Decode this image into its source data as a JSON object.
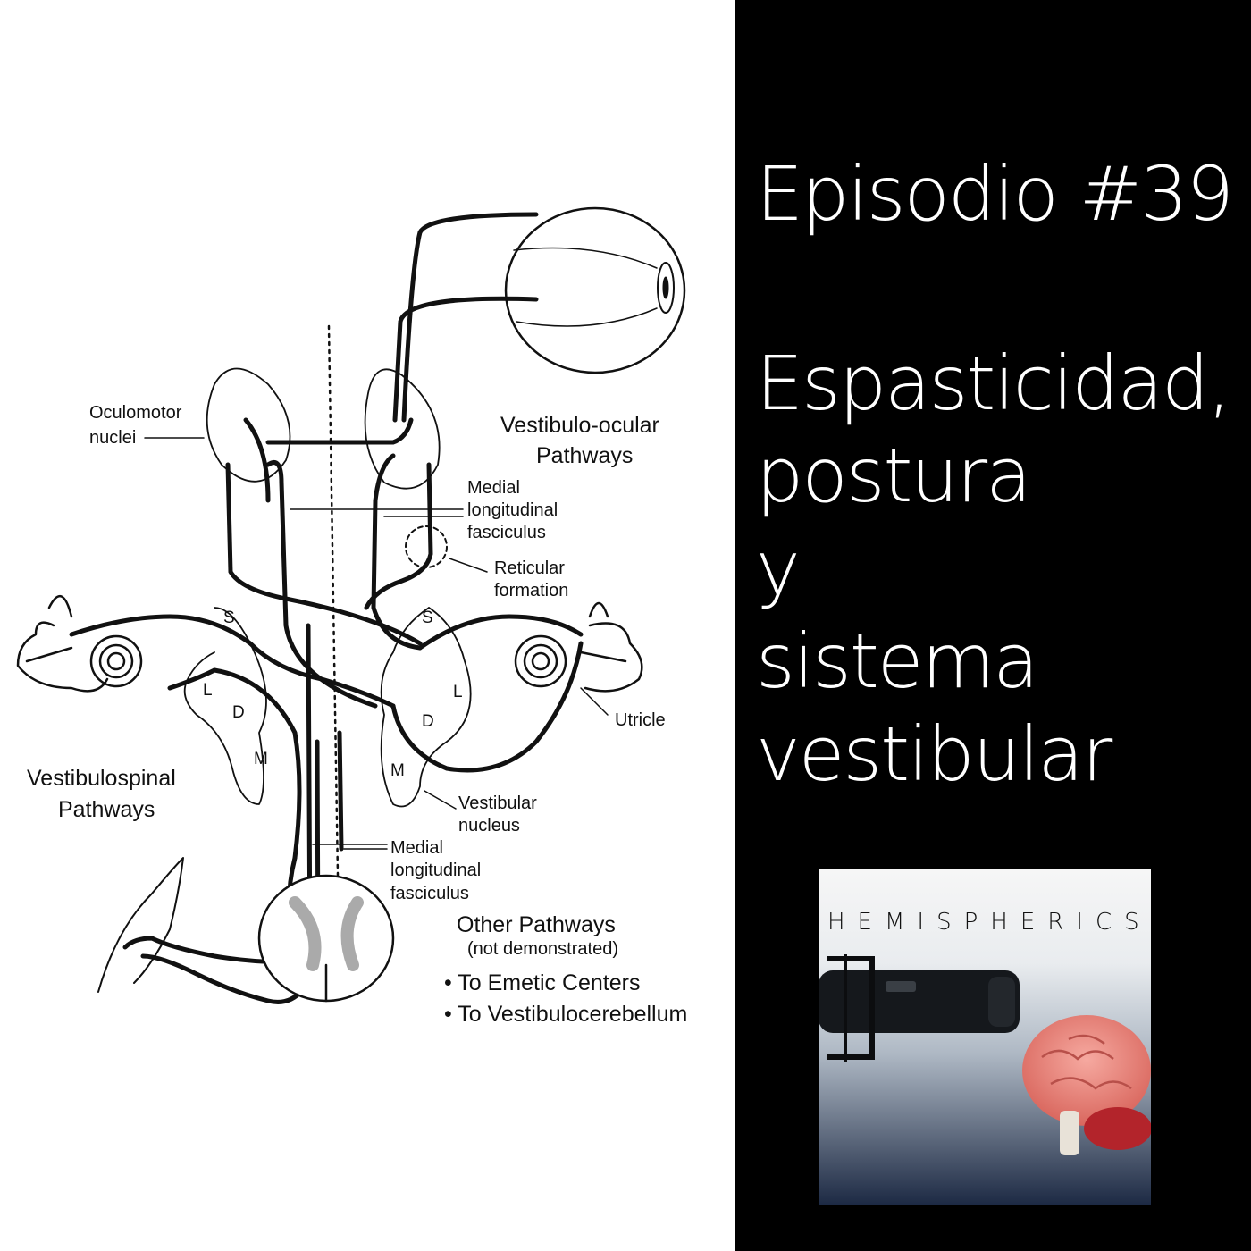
{
  "episode": {
    "number_label": "Episodio #39",
    "title_lines": [
      "Espasticidad,",
      "postura",
      "y",
      "sistema",
      "vestibular"
    ]
  },
  "podcast": {
    "brand": "HEMISPHERICS"
  },
  "diagram": {
    "labels": {
      "oculomotor_1": "Oculomotor",
      "oculomotor_2": "nuclei",
      "vo_1": "Vestibulo-ocular",
      "vo_2": "Pathways",
      "mlf_top_1": "Medial",
      "mlf_top_2": "longitudinal",
      "mlf_top_3": "fasciculus",
      "reticular_1": "Reticular",
      "reticular_2": "formation",
      "utricle": "Utricle",
      "vs_1": "Vestibulospinal",
      "vs_2": "Pathways",
      "vnuc_1": "Vestibular",
      "vnuc_2": "nucleus",
      "mlf_bot_1": "Medial",
      "mlf_bot_2": "longitudinal",
      "mlf_bot_3": "fasciculus",
      "other_1": "Other Pathways",
      "other_2": "(not demonstrated)",
      "bullet_1": "• To Emetic Centers",
      "bullet_2": "• To Vestibulocerebellum",
      "nuc_s": "S",
      "nuc_l": "L",
      "nuc_d": "D",
      "nuc_m": "M"
    }
  }
}
